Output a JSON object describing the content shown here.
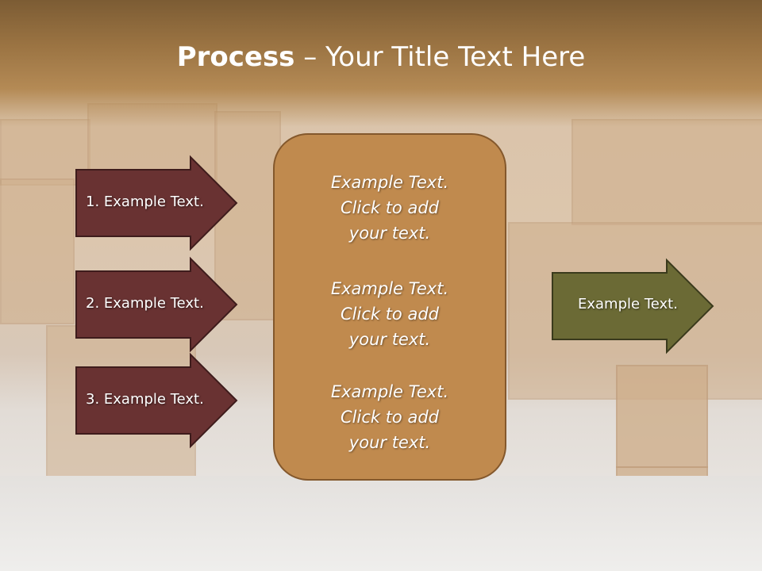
{
  "title": {
    "bold": "Process",
    "rest": " – Your Title Text Here"
  },
  "left_arrows": [
    {
      "label": "1. Example Text."
    },
    {
      "label": "2. Example Text."
    },
    {
      "label": "3. Example Text."
    }
  ],
  "center_box": {
    "paragraphs": [
      {
        "line1": "Example Text.",
        "line2": "Click  to add",
        "line3": "your text."
      },
      {
        "line1": "Example Text.",
        "line2": "Click  to add",
        "line3": "your text."
      },
      {
        "line1": "Example Text.",
        "line2": "Click  to add",
        "line3": "your text."
      }
    ]
  },
  "right_arrow": {
    "label": "Example Text."
  },
  "colors": {
    "left_arrow_fill": "#693232",
    "right_arrow_fill": "#6b6a35",
    "center_box_fill": "#c08a4e",
    "title_bar": "#9a7342"
  }
}
